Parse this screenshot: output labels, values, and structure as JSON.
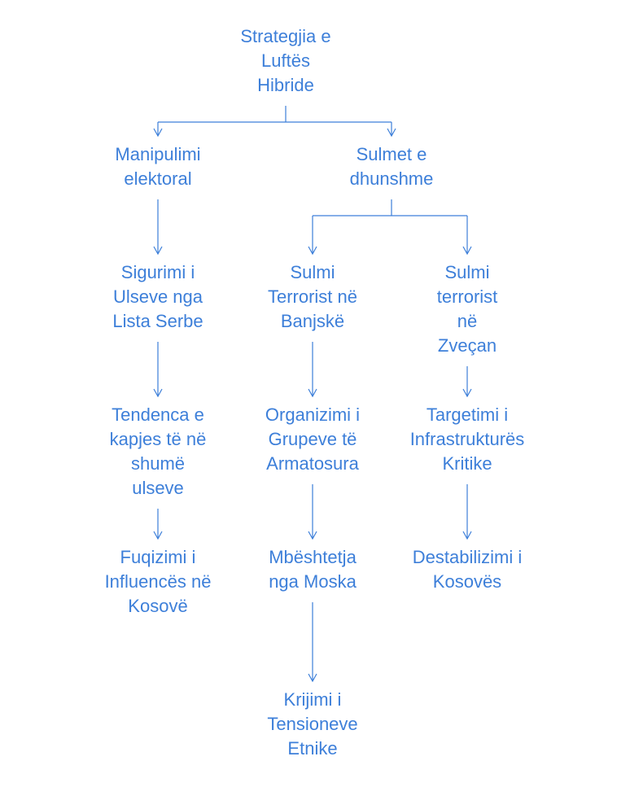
{
  "diagram": {
    "colors": {
      "text": "#3d7fd9",
      "line": "#3d7fd9",
      "background": "#ffffff"
    },
    "nodes": [
      {
        "id": "root",
        "lines": [
          "Strategjia e",
          "Luftës",
          "Hibride"
        ]
      },
      {
        "id": "manipulimi",
        "lines": [
          "Manipulimi",
          "elektoral"
        ]
      },
      {
        "id": "sulmet",
        "lines": [
          "Sulmet e",
          "dhunshme"
        ]
      },
      {
        "id": "sigurimi",
        "lines": [
          "Sigurimi i",
          "Ulseve nga",
          "Lista Serbe"
        ]
      },
      {
        "id": "banjske",
        "lines": [
          "Sulmi",
          "Terrorist në",
          "Banjskë"
        ]
      },
      {
        "id": "zvecan",
        "lines": [
          "Sulmi",
          "terrorist",
          "në",
          "Zveçan"
        ]
      },
      {
        "id": "tendenca",
        "lines": [
          "Tendenca e",
          "kapjes të në",
          "shumë",
          "ulseve"
        ]
      },
      {
        "id": "organizimi",
        "lines": [
          "Organizimi i",
          "Grupeve të",
          "Armatosura"
        ]
      },
      {
        "id": "targetimi",
        "lines": [
          "Targetimi i",
          "Infrastrukturës",
          "Kritike"
        ]
      },
      {
        "id": "fuqizimi",
        "lines": [
          "Fuqizimi i",
          "Influencës në",
          "Kosovë"
        ]
      },
      {
        "id": "mbeshtetja",
        "lines": [
          "Mbështetja",
          "nga Moska"
        ]
      },
      {
        "id": "destabilizimi",
        "lines": [
          "Destabilizimi i",
          "Kosovës"
        ]
      },
      {
        "id": "krijimi",
        "lines": [
          "Krijimi i",
          "Tensioneve",
          "Etnike"
        ]
      }
    ],
    "edges": [
      {
        "from": "root",
        "to": "manipulimi"
      },
      {
        "from": "root",
        "to": "sulmet"
      },
      {
        "from": "manipulimi",
        "to": "sigurimi"
      },
      {
        "from": "sulmet",
        "to": "banjske"
      },
      {
        "from": "sulmet",
        "to": "zvecan"
      },
      {
        "from": "sigurimi",
        "to": "tendenca"
      },
      {
        "from": "banjske",
        "to": "organizimi"
      },
      {
        "from": "zvecan",
        "to": "targetimi"
      },
      {
        "from": "tendenca",
        "to": "fuqizimi"
      },
      {
        "from": "organizimi",
        "to": "mbeshtetja"
      },
      {
        "from": "targetimi",
        "to": "destabilizimi"
      },
      {
        "from": "mbeshtetja",
        "to": "krijimi"
      }
    ]
  }
}
